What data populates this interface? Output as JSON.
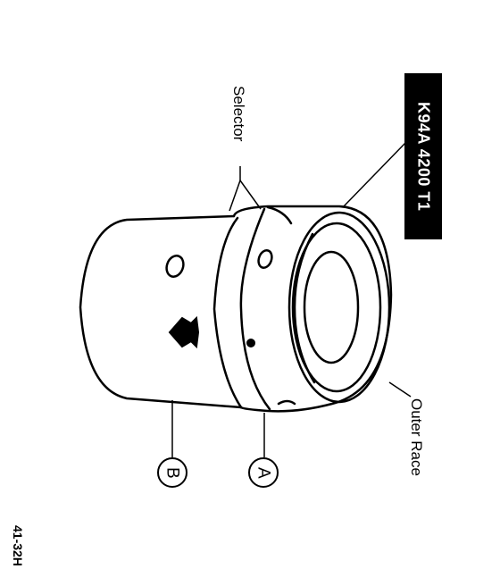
{
  "labels": {
    "selector": "Selector",
    "outer_race": "Outer Race",
    "callout_a": "A",
    "callout_b": "B"
  },
  "code_box": {
    "text": "K94A 4200 T1"
  },
  "figure_ref": "41-32H",
  "colors": {
    "ink": "#000000",
    "paper": "#ffffff"
  }
}
